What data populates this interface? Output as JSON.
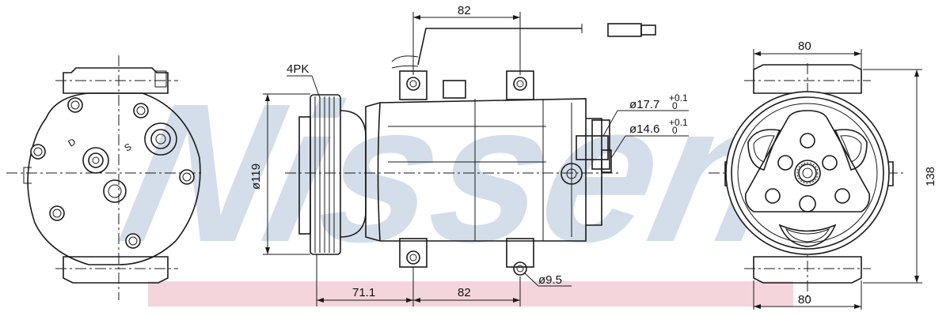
{
  "brand": {
    "watermark_text": "Nissens",
    "watermark_color": "#c5d4e3",
    "band_color": "#f3d5db"
  },
  "dimensions": {
    "top_width": "82",
    "pulley_label": "4PK",
    "pulley_diameter": "ø119",
    "port_large": "ø17.7",
    "port_large_tol_upper": "+0.1",
    "port_large_tol_lower": "0",
    "port_small": "ø14.6",
    "port_small_tol_upper": "+0.1",
    "port_small_tol_lower": "0",
    "bottom_offset": "71.1",
    "bottom_width": "82",
    "mount_hole": "ø9.5",
    "right_top_width": "80",
    "right_bottom_width": "80",
    "right_height": "138"
  },
  "port_marks": {
    "discharge": "D",
    "suction": "S"
  }
}
